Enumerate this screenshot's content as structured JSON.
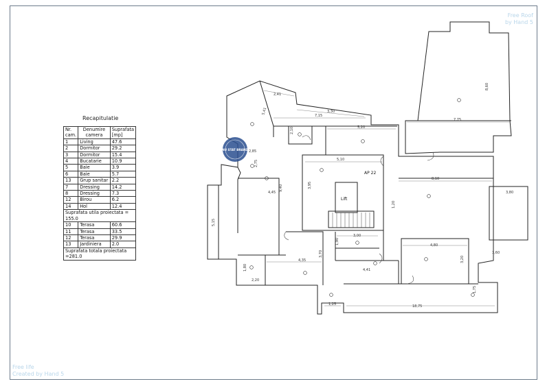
{
  "watermark": {
    "top_right_1": "Free Roof",
    "top_right_2": "by Hand 5",
    "bottom_left_1": "Free life",
    "bottom_left_2": "Created by Hand 5"
  },
  "recap": {
    "title": "Recapitulatie",
    "headers": [
      "Nr. cam.",
      "Denumire camera",
      "Suprafata [mp]"
    ],
    "rows": [
      [
        "1",
        "Living",
        "47.6"
      ],
      [
        "2",
        "Dormitor",
        "29.2"
      ],
      [
        "3",
        "Dormitor",
        "15.4"
      ],
      [
        "4",
        "Bucatarie",
        "10.9"
      ],
      [
        "5",
        "Baie",
        "3.9"
      ],
      [
        "6",
        "Baie",
        "5.7"
      ],
      [
        "13",
        "Grup sanitar",
        "2.2"
      ],
      [
        "7",
        "Dressing",
        "14.2"
      ],
      [
        "8",
        "Dressing",
        "7.3"
      ],
      [
        "12",
        "Birou",
        "6.2"
      ],
      [
        "14",
        "Hol",
        "12.4"
      ]
    ],
    "subtotal": "Suprafata utila proiectata = 155.0",
    "terrace_rows": [
      [
        "10",
        "Terasa",
        "60.6"
      ],
      [
        "11",
        "Terasa",
        "33.5"
      ],
      [
        "12",
        "Terasa",
        "29.9"
      ],
      [
        "13",
        "Jardiniera",
        "2.0"
      ]
    ],
    "total": "Suprafata totala proiectata =281.0"
  },
  "plan": {
    "apartment_label": "AP 22",
    "lift_label": "Lift",
    "stamp_text": "NU STAT BRAND"
  },
  "dimensions": {
    "d1": "2,41",
    "d2": "3,30",
    "d3": "7,15",
    "d4": "5,20",
    "d5": "2,85",
    "d6": "2,75",
    "d7": "5,10",
    "d8": "3,95",
    "d9": "8,10",
    "d10": "3,80",
    "d11": "4,45",
    "d12": "9,40",
    "d13": "7,75",
    "d14": "8,60",
    "d15": "3,00",
    "d16": "4,80",
    "d17": "3,20",
    "d18": "4,35",
    "d19": "2,20",
    "d20": "4,41",
    "d21": "1,25",
    "d22": "18,75",
    "d23": "1,20",
    "d24": "1,80",
    "d25": "3,70",
    "d26": "1,75",
    "d27": "3,60",
    "d28": "5,41",
    "d29": "1,90",
    "d30": "2,10",
    "d31": "5,15"
  },
  "colors": {
    "line": "#222222",
    "stamp": "#2a4f8f",
    "watermark": "#b9d6ea"
  }
}
